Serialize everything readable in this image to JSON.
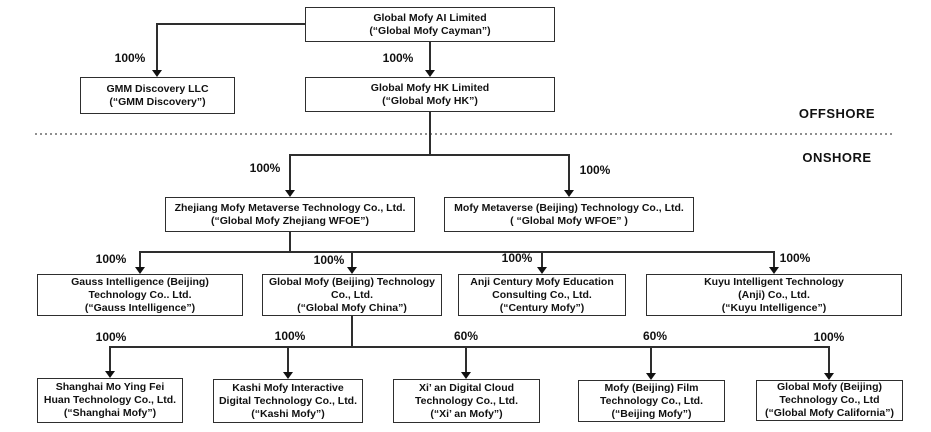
{
  "regions": {
    "offshore": "OFFSHORE",
    "onshore": "ONSHORE"
  },
  "nodes": {
    "cayman": {
      "name": "Global Mofy AI Limited",
      "alias": "(“Global Mofy Cayman”)"
    },
    "gmm": {
      "name": "GMM Discovery LLC",
      "alias": "(“GMM Discovery”)"
    },
    "hk": {
      "name": "Global Mofy HK Limited",
      "alias": "(“Global Mofy HK”)"
    },
    "zhejiang_wfoe": {
      "name": "Zhejiang Mofy Metaverse Technology Co., Ltd.",
      "alias": "(“Global Mofy Zhejiang WFOE”)"
    },
    "beijing_wfoe": {
      "name": "Mofy Metaverse (Beijing) Technology Co., Ltd.",
      "alias": "( “Global Mofy WFOE” )"
    },
    "gauss": {
      "line1": "Gauss Intelligence (Beijing)",
      "line2": "Technology Co.. Ltd.",
      "alias": "(“Gauss Intelligence”)"
    },
    "china": {
      "line1": "Global Mofy (Beijing) Technology",
      "line2": "Co., Ltd.",
      "alias": "(“Global Mofy China”)"
    },
    "anji": {
      "line1": "Anji Century Mofy Education",
      "line2": "Consulting Co., Ltd.",
      "alias": "(“Century Mofy”)"
    },
    "kuyu": {
      "line1": "Kuyu Intelligent Technology",
      "line2": "(Anji) Co., Ltd.",
      "alias": "(“Kuyu Intelligence”)"
    },
    "shanghai": {
      "line1": "Shanghai Mo Ying Fei",
      "line2": "Huan Technology Co., Ltd.",
      "alias": "(“Shanghai Mofy”)"
    },
    "kashi": {
      "line1": "Kashi Mofy Interactive",
      "line2": "Digital Technology Co., Ltd.",
      "alias": "(“Kashi Mofy”)"
    },
    "xian": {
      "line1": "Xi’ an Digital Cloud",
      "line2": "Technology Co., Ltd.",
      "alias": "(“Xi’ an Mofy”)"
    },
    "beijing_film": {
      "line1": "Mofy (Beijing) Film",
      "line2": "Technology Co., Ltd.",
      "alias": "(“Beijing Mofy”)"
    },
    "california": {
      "line1": "Global Mofy (Beijing)",
      "line2": "Technology Co., Ltd",
      "alias": "(“Global Mofy California”)"
    }
  },
  "ownership": {
    "cayman_to_gmm": "100%",
    "cayman_to_hk": "100%",
    "hk_to_zhejiang_wfoe": "100%",
    "hk_to_beijing_wfoe": "100%",
    "zhejiang_wfoe_to_gauss": "100%",
    "zhejiang_wfoe_to_china": "100%",
    "zhejiang_wfoe_to_anji": "100%",
    "zhejiang_wfoe_to_kuyu": "100%",
    "china_to_shanghai": "100%",
    "china_to_kashi": "100%",
    "china_to_xian": "60%",
    "china_to_beijing_film": "60%",
    "china_to_california": "100%"
  }
}
